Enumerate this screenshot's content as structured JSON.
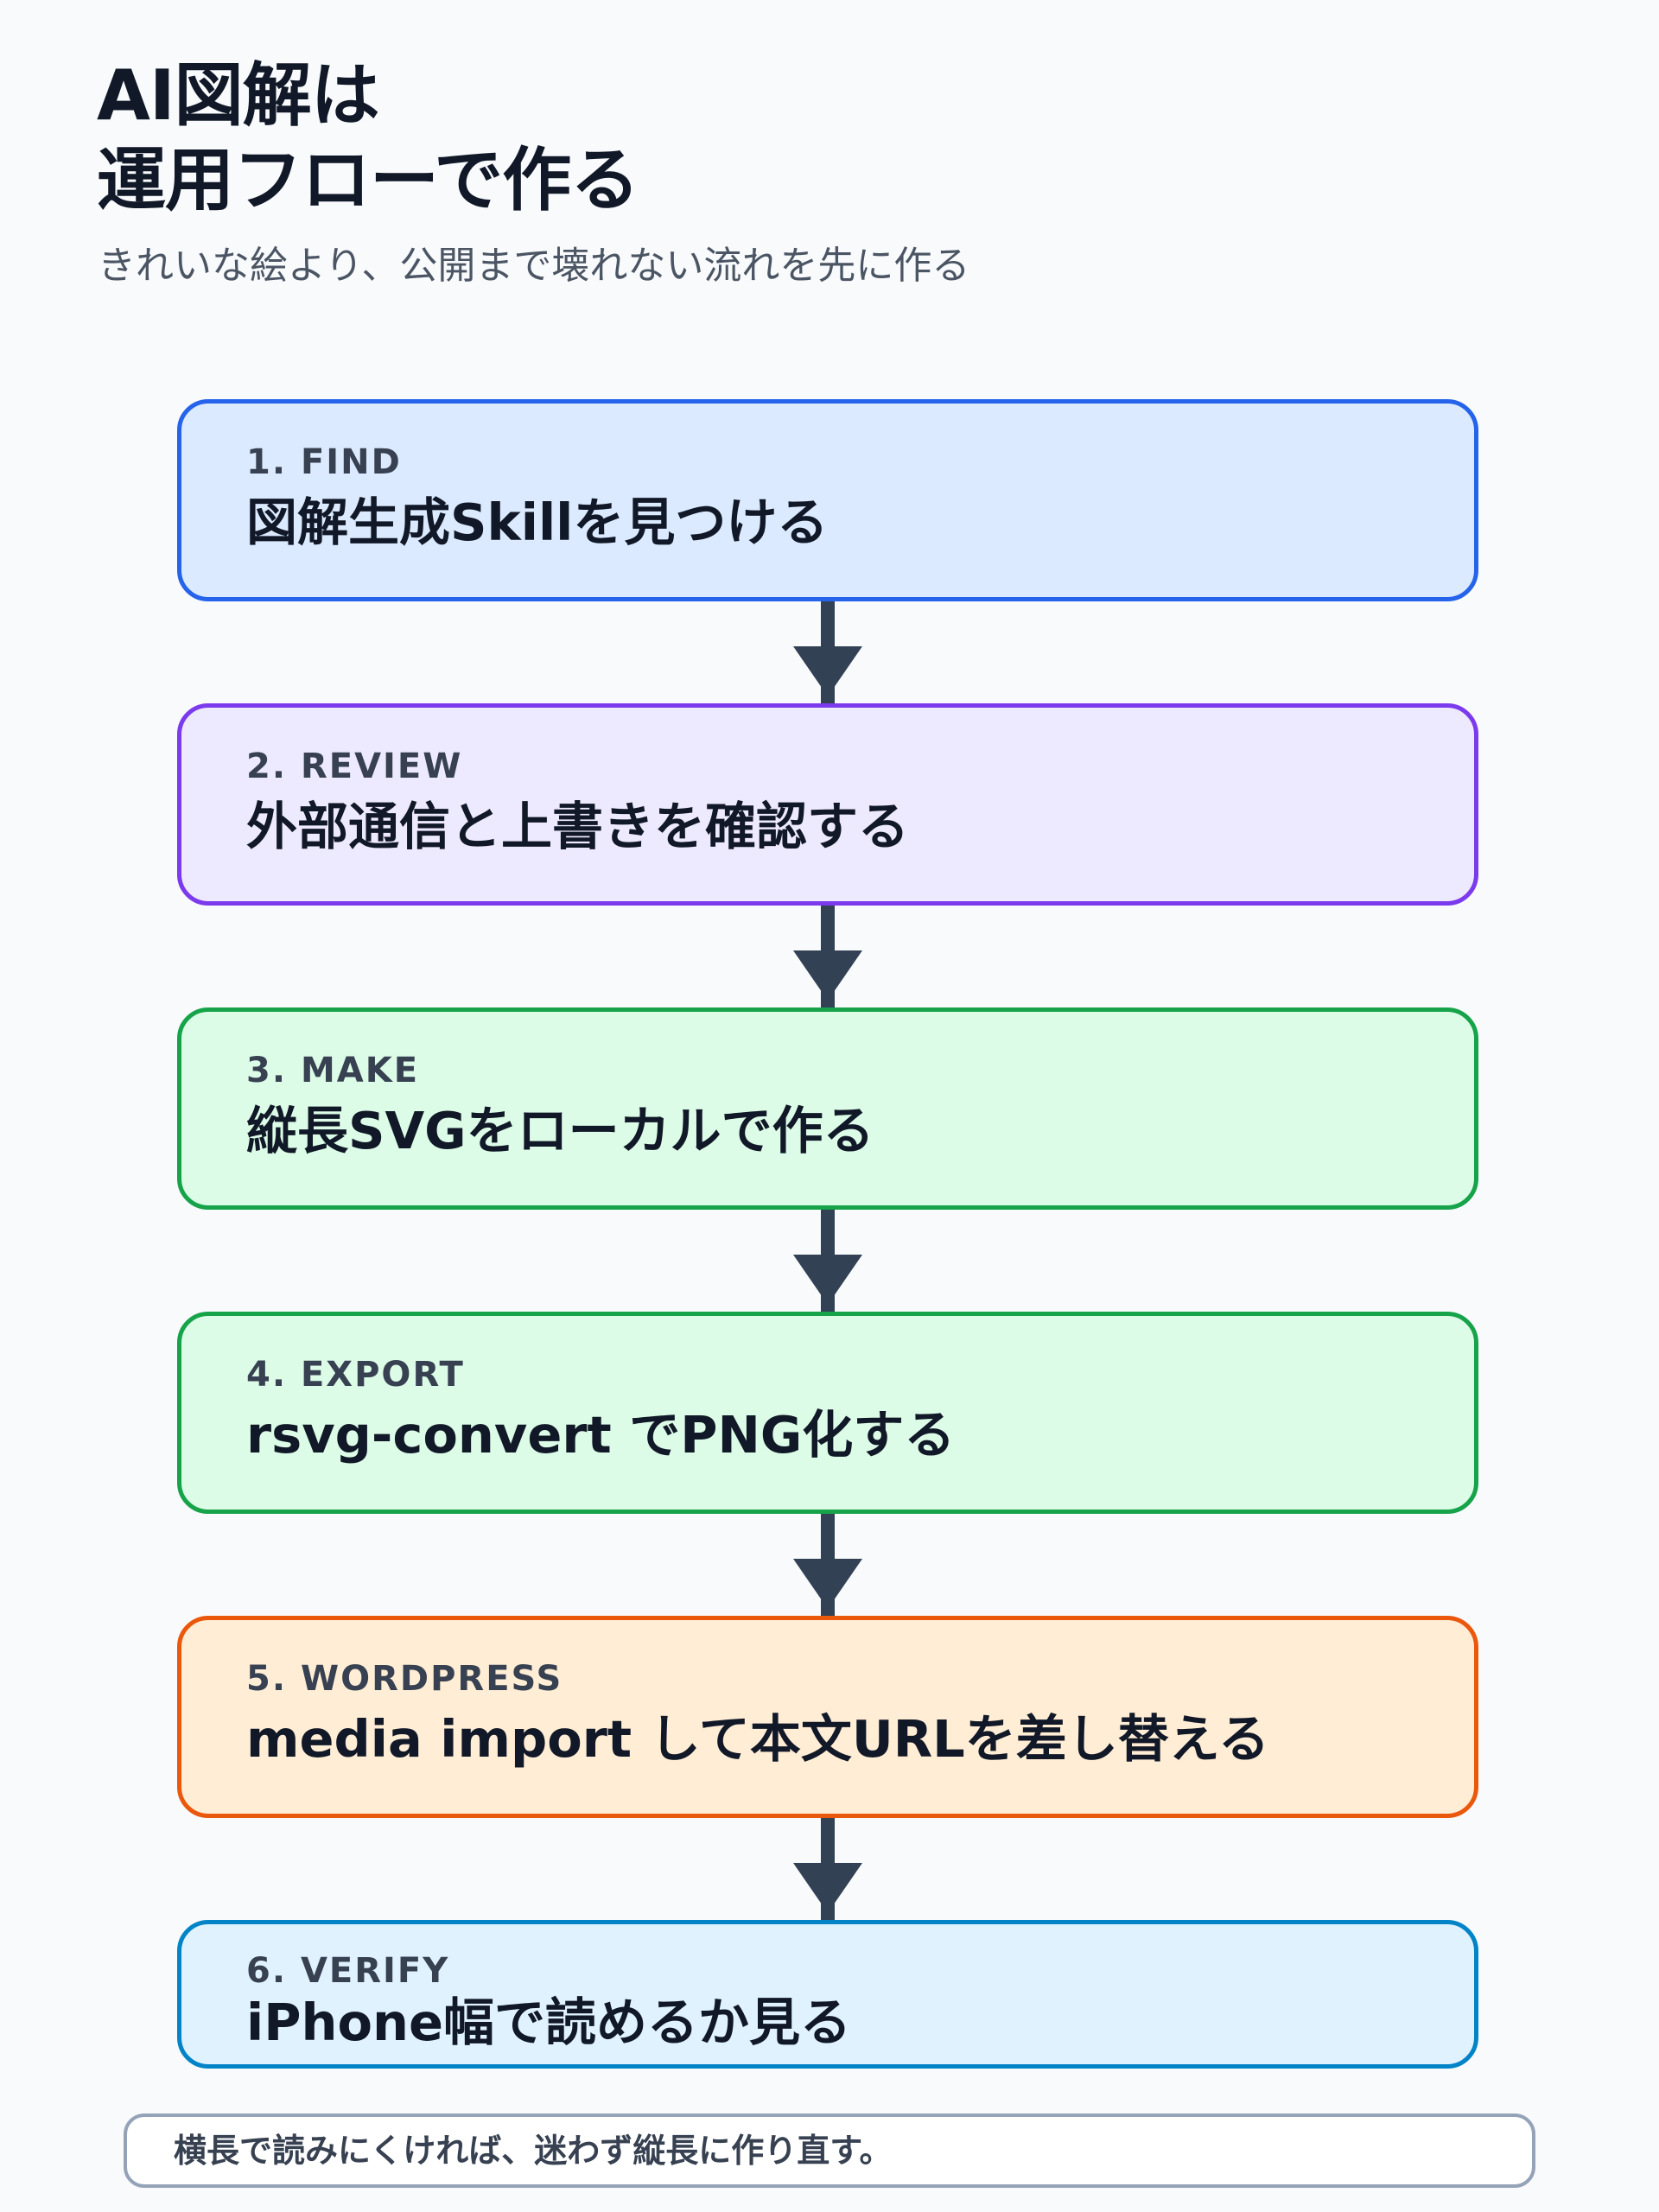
{
  "title": {
    "line1": "AI図解は",
    "line2": "運用フローで作る"
  },
  "subtitle": "きれいな絵より、公開まで壊れない流れを先に作る",
  "steps": [
    {
      "label": "1. FIND",
      "text": "図解生成Skillを見つける",
      "border": "#2563eb",
      "fill": "#dbeafe"
    },
    {
      "label": "2. REVIEW",
      "text": "外部通信と上書きを確認する",
      "border": "#7c3aed",
      "fill": "#ede9fe"
    },
    {
      "label": "3. MAKE",
      "text": "縦長SVGをローカルで作る",
      "border": "#16a34a",
      "fill": "#dcfce7"
    },
    {
      "label": "4. EXPORT",
      "text": "rsvg-convert でPNG化する",
      "border": "#16a34a",
      "fill": "#dcfce7"
    },
    {
      "label": "5. WORDPRESS",
      "text": "media import して本文URLを差し替える",
      "border": "#ea580c",
      "fill": "#ffedd5"
    },
    {
      "label": "6. VERIFY",
      "text": "iPhone幅で読めるか見る",
      "border": "#0284c7",
      "fill": "#e0f2fe"
    }
  ],
  "note": "横長で読みにくければ、迷わず縦長に作り直す。",
  "colors": {
    "arrow": "#334155",
    "background": "#f8fafc",
    "note_border": "#94a3b8"
  }
}
